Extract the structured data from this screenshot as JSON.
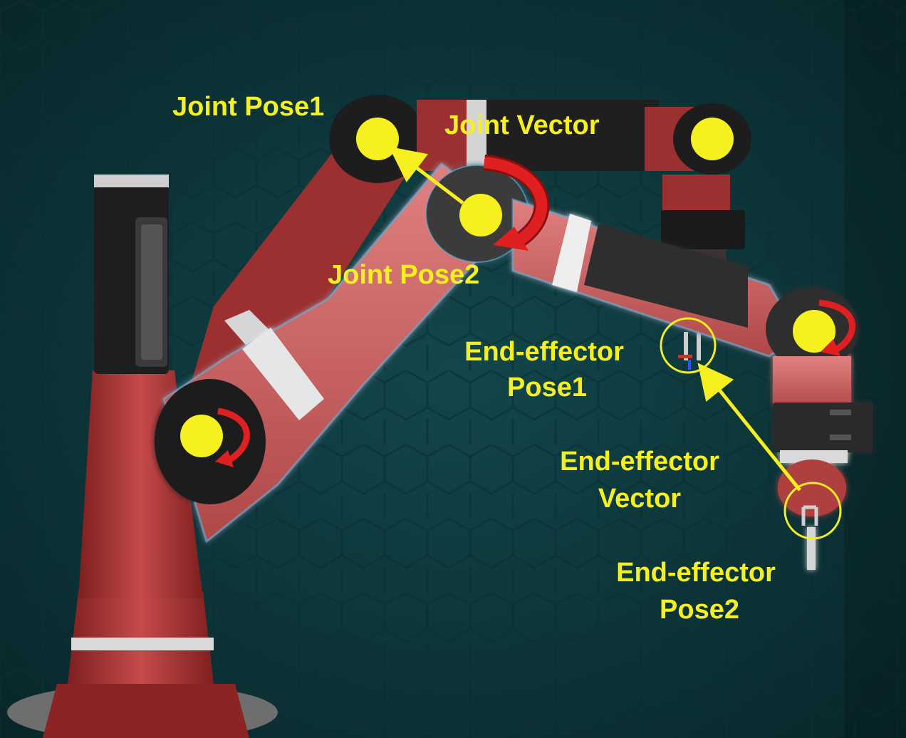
{
  "labels": {
    "joint_pose1": "Joint Pose1",
    "joint_vector": "Joint Vector",
    "joint_pose2": "Joint Pose2",
    "ee_pose1_line1": "End-effector",
    "ee_pose1_line2": "Pose1",
    "ee_vector_line1": "End-effector",
    "ee_vector_line2": "Vector",
    "ee_pose2_line1": "End-effector",
    "ee_pose2_line2": "Pose2"
  },
  "colors": {
    "background": "#0d3a3e",
    "robot_red": "#b23a3a",
    "robot_dark": "#2b2b2b",
    "highlight_yellow": "#f5f01e",
    "arrow_red": "#d01010"
  }
}
